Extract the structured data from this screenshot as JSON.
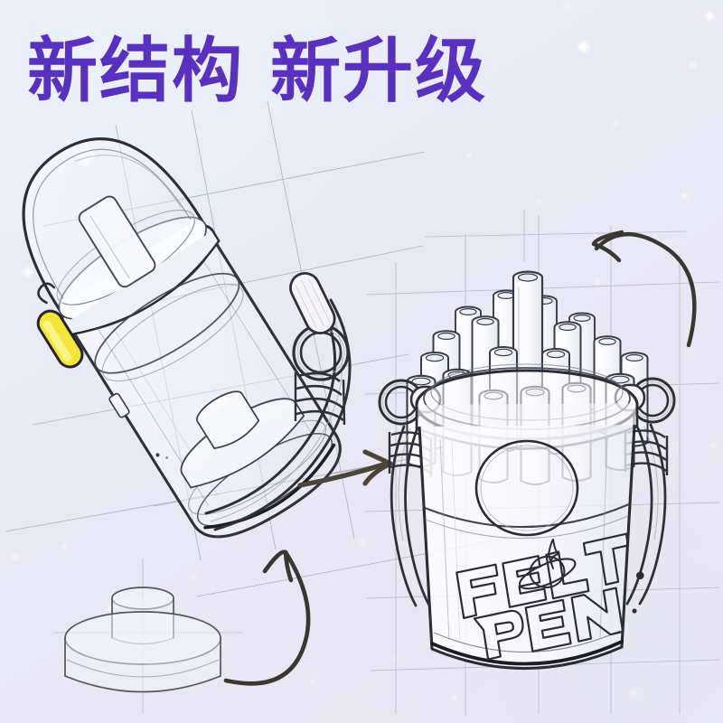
{
  "poster": {
    "headline": "新结构 新升级",
    "headline_color": "#5a30bf",
    "background_colors": [
      "#eaf1f9",
      "#e9e8f6",
      "#e6e5f4"
    ],
    "accent_yellow": "#f3e53c",
    "ink_color": "#2b2b33",
    "grid_color": "#9aa0ae"
  },
  "product": {
    "brand_logo_line1": "FELT",
    "brand_logo_line2": "PEN",
    "left_object": {
      "name": "tilted-pen-bucket-exploded",
      "parts": [
        "dome-lid",
        "lid-ring-collar",
        "yellow-release-button",
        "body-cylinder",
        "rope-handle",
        "metal-ring",
        "rope-wrap",
        "bottom-plug"
      ]
    },
    "right_object": {
      "name": "upright-pen-bucket",
      "parts": [
        "pen-cluster",
        "rim-band",
        "left-ring",
        "right-ring",
        "left-rope-handle",
        "right-rope-handle",
        "front-badge-circle",
        "brand-logo",
        "base-rim"
      ],
      "pen_count": 19
    },
    "bottom_left_object": {
      "name": "detachable-base-stand",
      "parts": [
        "base-disc",
        "center-post"
      ]
    },
    "arrows": [
      {
        "name": "arrow-middle-right",
        "direction": "right"
      },
      {
        "name": "arrow-bottom-curve-up",
        "direction": "up-left-curve"
      },
      {
        "name": "arrow-top-right-curve",
        "direction": "left-curve"
      }
    ]
  }
}
